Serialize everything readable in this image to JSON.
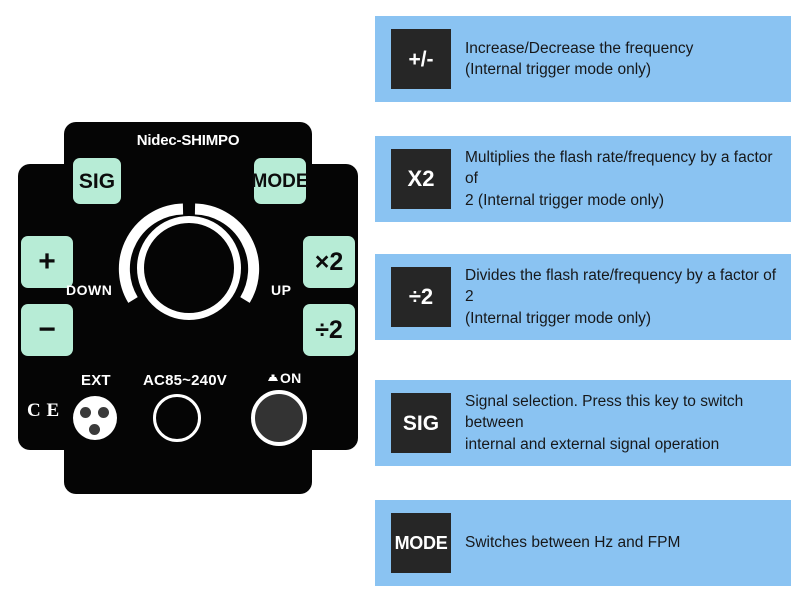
{
  "device": {
    "brand": "Nidec-SHIMPO",
    "keys": {
      "sig": "SIG",
      "mode": "MODE",
      "plus": "+",
      "minus": "−",
      "multiply2": "×2",
      "divide2": "÷2"
    },
    "dial": {
      "down_label": "DOWN",
      "up_label": "UP"
    },
    "bottom": {
      "ext_label": "EXT",
      "ac_label": "AC85~240V",
      "on_label": "ON",
      "ce_mark": "C E"
    },
    "colors": {
      "faceplate": "#050505",
      "key_face": "#b7ecd6",
      "key_text": "#0c0c0c",
      "markings": "#ffffff",
      "on_switch": "#333333"
    }
  },
  "legend": {
    "rows": [
      {
        "icon_label": "+/-",
        "icon_name": "plus-minus-key-icon",
        "description": "Increase/Decrease the frequency\n(Internal trigger mode only)"
      },
      {
        "icon_label": "X2",
        "icon_name": "multiply-two-key-icon",
        "description": "Multiplies the flash rate/frequency by a factor of\n2 (Internal trigger mode only)"
      },
      {
        "icon_label": "÷2",
        "icon_name": "divide-two-key-icon",
        "description": "Divides the flash rate/frequency by a factor of 2\n(Internal trigger mode only)"
      },
      {
        "icon_label": "SIG",
        "icon_name": "sig-key-icon",
        "description": "Signal selection. Press this key to switch between\ninternal and external signal operation"
      },
      {
        "icon_label": "MODE",
        "icon_name": "mode-key-icon",
        "description": "Switches between Hz and FPM"
      }
    ],
    "colors": {
      "row_background": "#8ac3f2",
      "icon_background": "#262626",
      "icon_text": "#ffffff",
      "text": "#17181a"
    }
  }
}
